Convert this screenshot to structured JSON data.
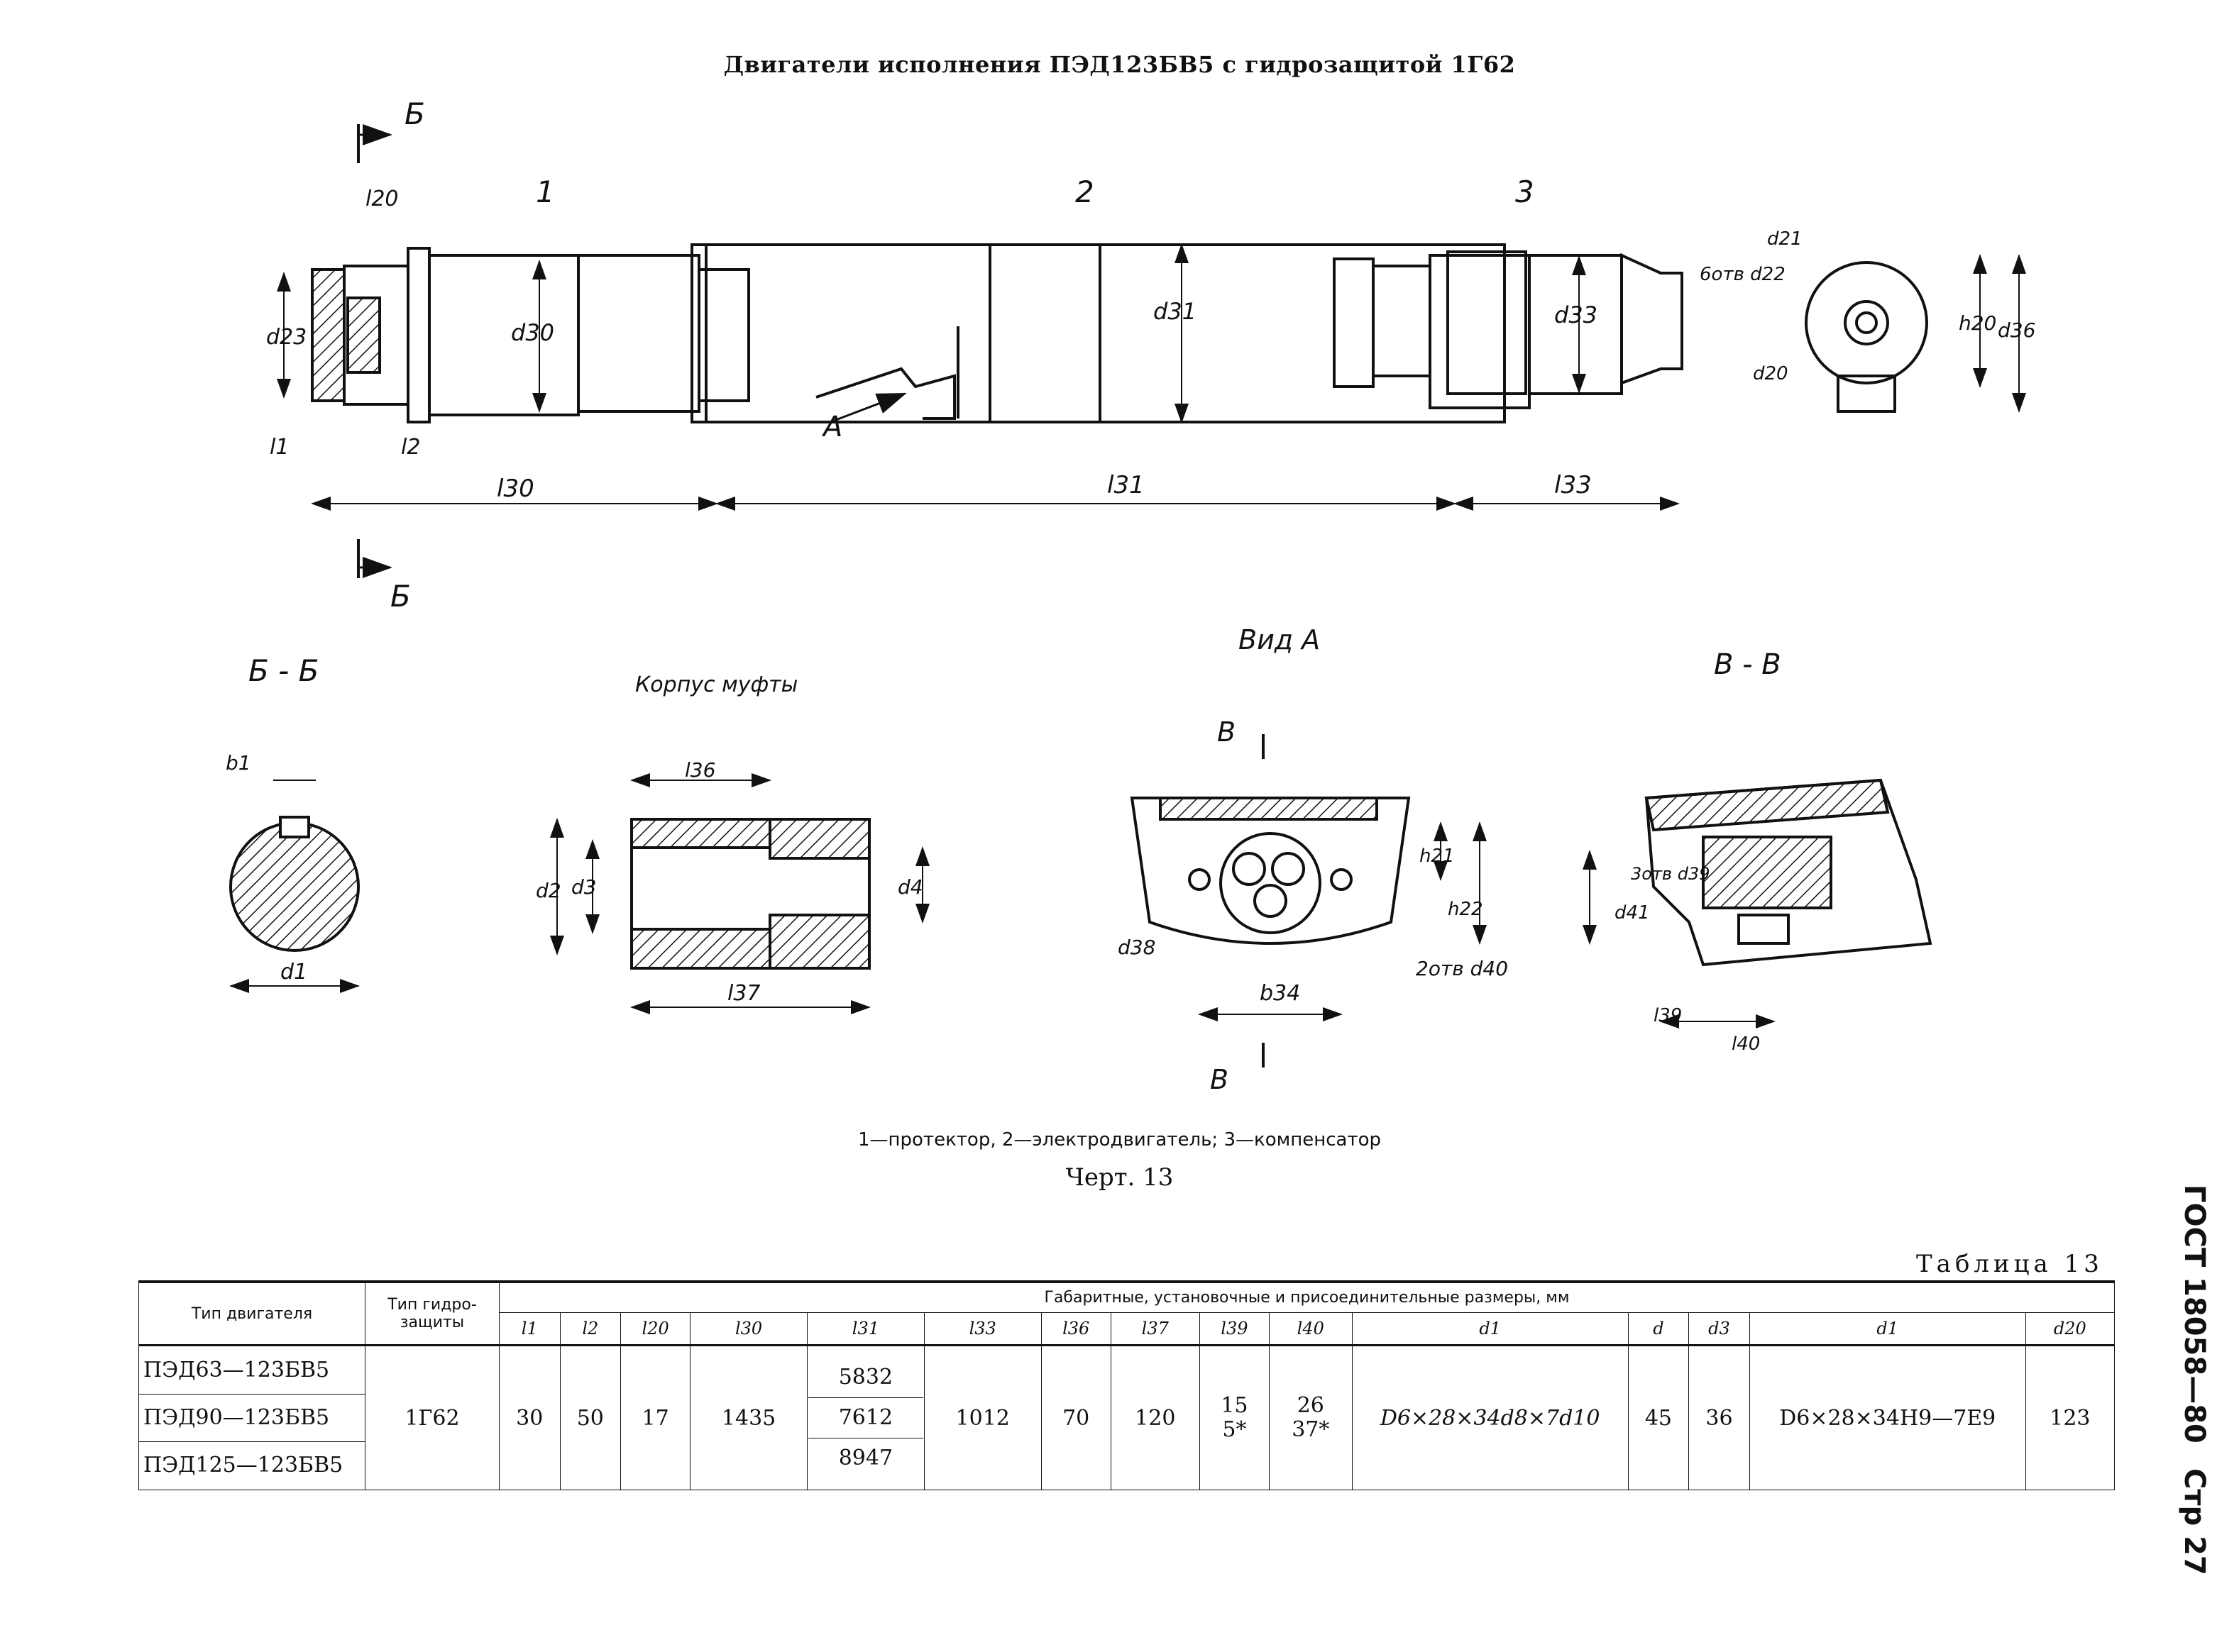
{
  "title": "Двигатели исполнения ПЭД123БВ5 с гидрозащитой 1Г62",
  "drawing": {
    "section_marks": [
      "Б",
      "Б"
    ],
    "part_numbers": [
      "1",
      "2",
      "3"
    ],
    "view_a_arrow": "A",
    "main_dims": {
      "l20": "l20",
      "d23": "d23",
      "d30": "d30",
      "d31": "d31",
      "d33": "d33",
      "l1": "l1",
      "l2": "l2",
      "l30": "l30",
      "l31": "l31",
      "l33": "l33"
    },
    "end_view": {
      "d21": "d21",
      "holes": "6отв d22",
      "d20": "d20",
      "h20": "h20",
      "d36": "d36"
    },
    "views": {
      "section_bb": "Б - Б",
      "coupling": "Корпус муфты",
      "view_a": "Вид А",
      "section_vv": "В - В"
    },
    "section_bb_dims": {
      "b1": "b1",
      "d1": "d1"
    },
    "coupling_dims": {
      "l36": "l36",
      "l37": "l37",
      "d2": "d2",
      "d3": "d3",
      "d4": "d4"
    },
    "view_a_dims": {
      "v_top": "В",
      "v_bottom": "В",
      "h21": "h21",
      "h22": "h22",
      "d38": "d38",
      "b34": "b34",
      "holes": "2отв d40"
    },
    "section_vv_dims": {
      "holes": "3отв d39",
      "d41": "d41",
      "l39": "l39",
      "l40": "l40"
    }
  },
  "legend": "1—протектор, 2—электродвигатель; 3—компенсатор",
  "figure": "Черт. 13",
  "table_label": "Таблица 13",
  "sidebar": {
    "gost": "ГОСТ 18058—80",
    "page": "Стр 27"
  },
  "table": {
    "col_motor": "Тип двигателя",
    "col_protection": "Тип гидро-защиты",
    "col_group": "Габаритные, установочные и присоединительные размеры, мм",
    "cols": [
      "l1",
      "l2",
      "l20",
      "l30",
      "l31",
      "l33",
      "l36",
      "l37",
      "l39",
      "l40",
      "d1",
      "d",
      "d3",
      "d1",
      "d20"
    ],
    "motors": [
      "ПЭД63—123БВ5",
      "ПЭД90—123БВ5",
      "ПЭД125—123БВ5"
    ],
    "protection": "1Г62",
    "l1": "30",
    "l2": "50",
    "l20": "17",
    "l30": "1435",
    "l31": [
      "5832",
      "7612",
      "8947"
    ],
    "l33": "1012",
    "l36": "70",
    "l37": "120",
    "l39": [
      "15",
      "5*"
    ],
    "l40": [
      "26",
      "37*"
    ],
    "d1_a": "D6×28×34d8×7d10",
    "d": "45",
    "d3": "36",
    "d1_b": "D6×28×34H9—7E9",
    "d20": "123"
  }
}
